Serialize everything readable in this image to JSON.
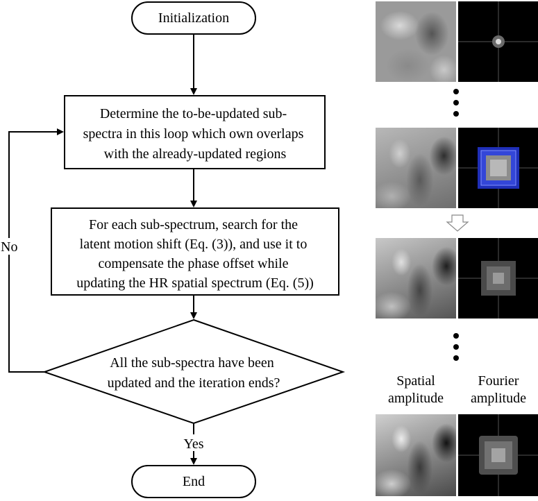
{
  "flowchart": {
    "start": "Initialization",
    "step1": [
      "Determine the to-be-updated sub-",
      "spectra in this loop which own overlaps",
      "with the already-updated regions"
    ],
    "step2": [
      "For each sub-spectrum, search for the",
      "latent motion shift (Eq. (3)), and use it to",
      "compensate the phase offset while",
      "updating the HR spatial spectrum (Eq. (5))"
    ],
    "decision": [
      "All the sub-spectra have been",
      "updated and the iteration ends?"
    ],
    "no_label": "No",
    "yes_label": "Yes",
    "end": "End"
  },
  "panel": {
    "spatial_caption": [
      "Spatial",
      "amplitude"
    ],
    "fourier_caption": [
      "Fourier",
      "amplitude"
    ]
  },
  "colors": {
    "line": "#000000",
    "overlay_blue": "#2b3fd6"
  }
}
